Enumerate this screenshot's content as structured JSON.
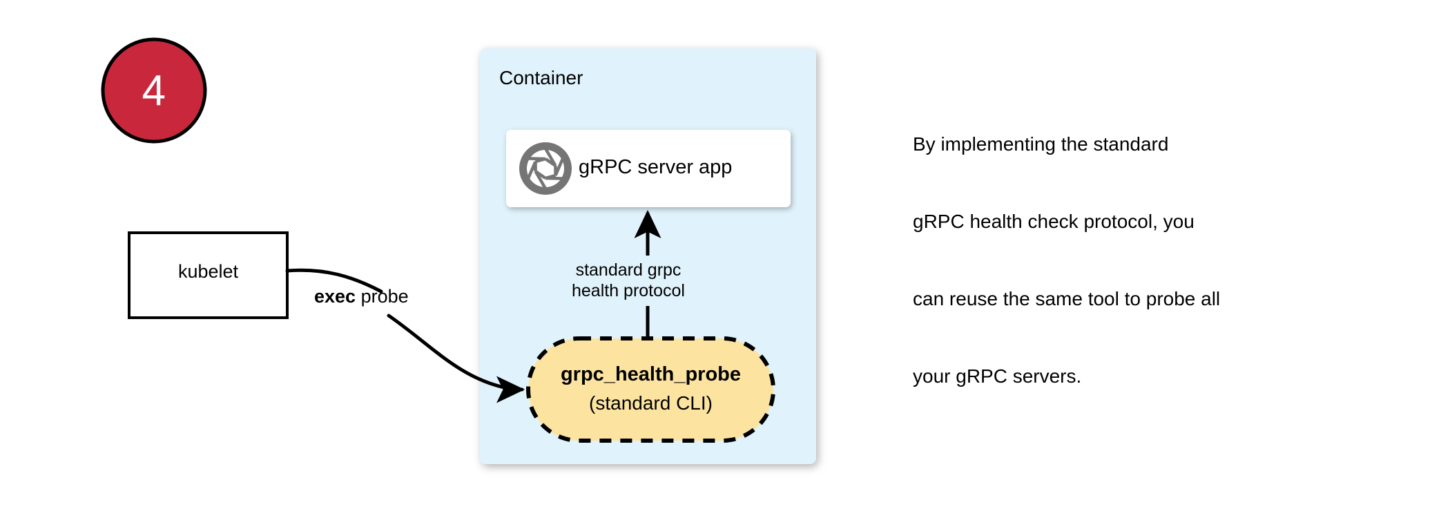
{
  "step": {
    "number": "4",
    "circle_fill": "#c9283c",
    "circle_stroke": "#000000",
    "number_color": "#ffffff"
  },
  "kubelet": {
    "label": "kubelet",
    "fill": "#ffffff",
    "stroke": "#000000"
  },
  "exec_probe": {
    "bold_word": "exec",
    "rest": " probe"
  },
  "container": {
    "label": "Container",
    "fill": "#e0f2fb"
  },
  "grpc_app": {
    "label": "gRPC server app",
    "icon": "aperture-icon",
    "icon_color": "#757575",
    "card_fill": "#ffffff"
  },
  "protocol_arrow": {
    "line1": "standard grpc",
    "line2": "health protocol"
  },
  "probe_box": {
    "title": "grpc_health_probe",
    "subtitle": "(standard CLI)",
    "fill": "#fce3a0",
    "stroke": "#000000",
    "stroke_style": "dashed"
  },
  "annotation": {
    "line1": "By implementing the standard",
    "line2": "gRPC health check protocol, you",
    "line3": "can reuse the same tool to probe all",
    "line4": "your gRPC servers."
  },
  "colors": {
    "background": "#ffffff",
    "container_blue": "#e0f2fb",
    "probe_yellow": "#fce3a0",
    "step_red": "#c9283c",
    "icon_gray": "#757575",
    "stroke_black": "#000000"
  }
}
